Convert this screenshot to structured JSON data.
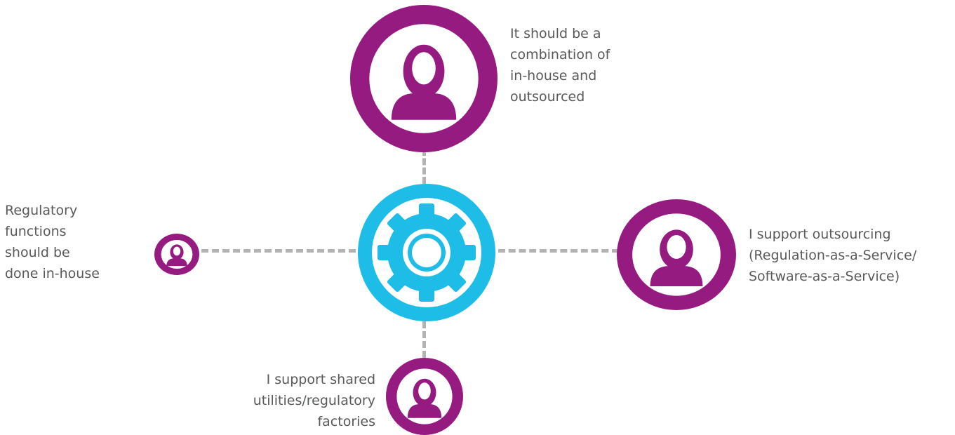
{
  "diagram": {
    "colors": {
      "person_circle": "#951b81",
      "hub_circle": "#1dbde8",
      "connector": "#b3b3b3",
      "label_text": "#58595b"
    },
    "hub": {
      "icon": "gear-icon"
    },
    "options": [
      {
        "id": "top",
        "icon": "person-icon",
        "lines": [
          "It should be a",
          "combination of",
          "in-house and",
          "outsourced"
        ]
      },
      {
        "id": "left",
        "icon": "person-icon",
        "lines": [
          "Regulatory",
          "functions",
          "should be",
          "done in-house"
        ]
      },
      {
        "id": "right",
        "icon": "person-icon",
        "lines": [
          "I support outsourcing",
          "(Regulation-as-a-Service/",
          "Software-as-a-Service)"
        ]
      },
      {
        "id": "bottom",
        "icon": "person-icon",
        "lines": [
          "I support shared",
          "utilities/regulatory",
          "factories"
        ]
      }
    ]
  }
}
